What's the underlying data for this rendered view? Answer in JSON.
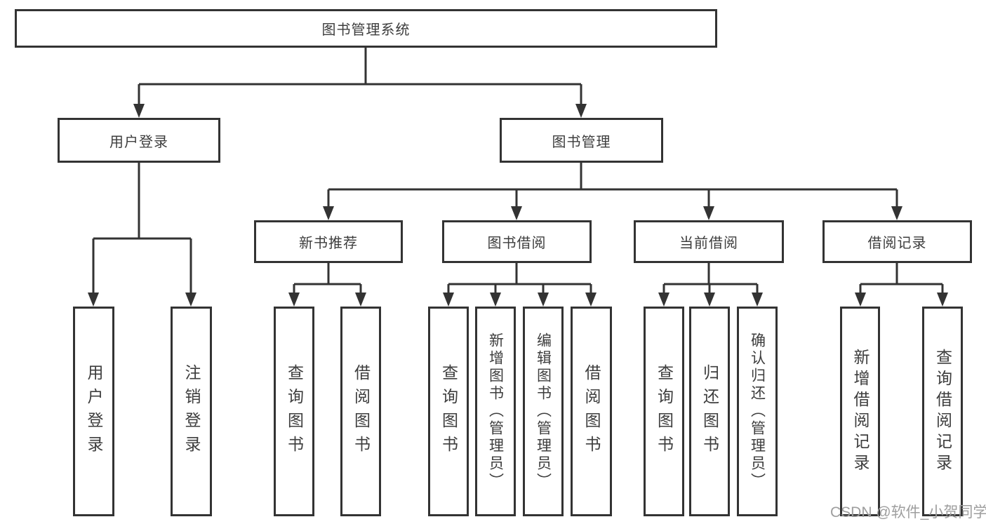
{
  "diagram": {
    "title": "图书管理系统",
    "root": {
      "label": "图书管理系统"
    },
    "level2": [
      {
        "label": "用户登录"
      },
      {
        "label": "图书管理"
      }
    ],
    "level3": [
      {
        "label": "新书推荐",
        "parent": "图书管理"
      },
      {
        "label": "图书借阅",
        "parent": "图书管理"
      },
      {
        "label": "当前借阅",
        "parent": "图书管理"
      },
      {
        "label": "借阅记录",
        "parent": "图书管理"
      }
    ],
    "leaves": [
      {
        "label": "用户登录",
        "parent": "用户登录"
      },
      {
        "label": "注销登录",
        "parent": "用户登录"
      },
      {
        "label": "查询图书",
        "parent": "新书推荐"
      },
      {
        "label": "借阅图书",
        "parent": "新书推荐"
      },
      {
        "label": "查询图书",
        "parent": "图书借阅"
      },
      {
        "label": "新增图书（管理员）",
        "parent": "图书借阅"
      },
      {
        "label": "编辑图书（管理员）",
        "parent": "图书借阅"
      },
      {
        "label": "借阅图书",
        "parent": "图书借阅"
      },
      {
        "label": "查询图书",
        "parent": "当前借阅"
      },
      {
        "label": "归还图书",
        "parent": "当前借阅"
      },
      {
        "label": "确认归还（管理员）",
        "parent": "当前借阅"
      },
      {
        "label": "新增借阅记录",
        "parent": "借阅记录"
      },
      {
        "label": "查询借阅记录",
        "parent": "借阅记录"
      }
    ]
  },
  "watermark": {
    "text": "CSDN @软件_小贺同学"
  },
  "colors": {
    "line": "#333333",
    "box_border": "#333333",
    "text": "#3d3d3d",
    "watermark": "#9e9e9e",
    "background": "#ffffff"
  }
}
